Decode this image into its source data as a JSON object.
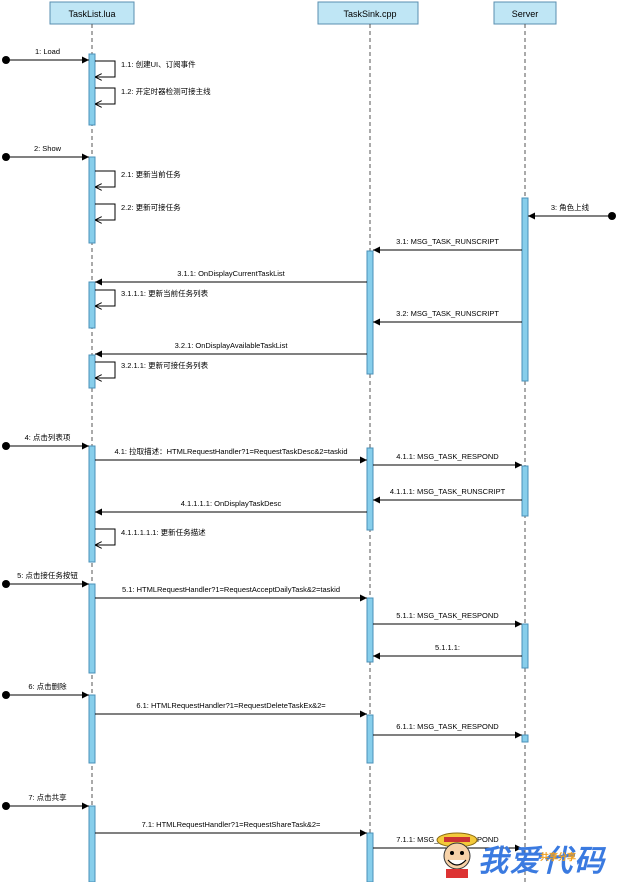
{
  "lifelines": [
    {
      "id": "tasklist",
      "label": "TaskList.lua"
    },
    {
      "id": "tasksink",
      "label": "TaskSink.cpp"
    },
    {
      "id": "server",
      "label": "Server"
    }
  ],
  "messages": [
    {
      "label": "1: Load",
      "from": "external",
      "to": "tasklist"
    },
    {
      "label": "1.1: 创建UI、订阅事件",
      "from": "tasklist",
      "to": "tasklist"
    },
    {
      "label": "1.2: 开定时器检测可接主线",
      "from": "tasklist",
      "to": "tasklist"
    },
    {
      "label": "2: Show",
      "from": "external",
      "to": "tasklist"
    },
    {
      "label": "2.1: 更新当前任务",
      "from": "tasklist",
      "to": "tasklist"
    },
    {
      "label": "2.2: 更新可接任务",
      "from": "tasklist",
      "to": "tasklist"
    },
    {
      "label": "3: 角色上线",
      "from": "external-right",
      "to": "server"
    },
    {
      "label": "3.1: MSG_TASK_RUNSCRIPT",
      "from": "server",
      "to": "tasksink"
    },
    {
      "label": "3.1.1: OnDisplayCurrentTaskList",
      "from": "tasksink",
      "to": "tasklist"
    },
    {
      "label": "3.1.1.1: 更新当前任务列表",
      "from": "tasklist",
      "to": "tasklist"
    },
    {
      "label": "3.2: MSG_TASK_RUNSCRIPT",
      "from": "server",
      "to": "tasksink"
    },
    {
      "label": "3.2.1: OnDisplayAvailableTaskList",
      "from": "tasksink",
      "to": "tasklist"
    },
    {
      "label": "3.2.1.1: 更新可接任务列表",
      "from": "tasklist",
      "to": "tasklist"
    },
    {
      "label": "4: 点击列表项",
      "from": "external",
      "to": "tasklist"
    },
    {
      "label": "4.1: 拉取描述：HTMLRequestHandler?1=RequestTaskDesc&2=taskid",
      "from": "tasklist",
      "to": "tasksink"
    },
    {
      "label": "4.1.1: MSG_TASK_RESPOND",
      "from": "tasksink",
      "to": "server"
    },
    {
      "label": "4.1.1.1: MSG_TASK_RUNSCRIPT",
      "from": "server",
      "to": "tasksink"
    },
    {
      "label": "4.1.1.1.1: OnDisplayTaskDesc",
      "from": "tasksink",
      "to": "tasklist"
    },
    {
      "label": "4.1.1.1.1.1: 更新任务描述",
      "from": "tasklist",
      "to": "tasklist"
    },
    {
      "label": "5: 点击接任务按钮",
      "from": "external",
      "to": "tasklist"
    },
    {
      "label": "5.1: HTMLRequestHandler?1=RequestAcceptDailyTask&2=taskid",
      "from": "tasklist",
      "to": "tasksink"
    },
    {
      "label": "5.1.1: MSG_TASK_RESPOND",
      "from": "tasksink",
      "to": "server"
    },
    {
      "label": "5.1.1.1:",
      "from": "server",
      "to": "tasksink"
    },
    {
      "label": "6: 点击删除",
      "from": "external",
      "to": "tasklist"
    },
    {
      "label": "6.1: HTMLRequestHandler?1=RequestDeleteTaskEx&2=",
      "from": "tasklist",
      "to": "tasksink"
    },
    {
      "label": "6.1.1: MSG_TASK_RESPOND",
      "from": "tasksink",
      "to": "server"
    },
    {
      "label": "7: 点击共享",
      "from": "external",
      "to": "tasklist"
    },
    {
      "label": "7.1: HTMLRequestHandler?1=RequestShareTask&2=",
      "from": "tasklist",
      "to": "tasksink"
    },
    {
      "label": "7.1.1: MSG_TASK_RESPOND",
      "from": "tasksink",
      "to": "server"
    }
  ],
  "watermark": {
    "text": "我爱代码",
    "sub": "共享分享"
  },
  "colors": {
    "activation_fill": "#87ceeb",
    "activation_stroke": "#4a90b8",
    "header_fill": "#bfe6f5",
    "line": "#000000"
  }
}
